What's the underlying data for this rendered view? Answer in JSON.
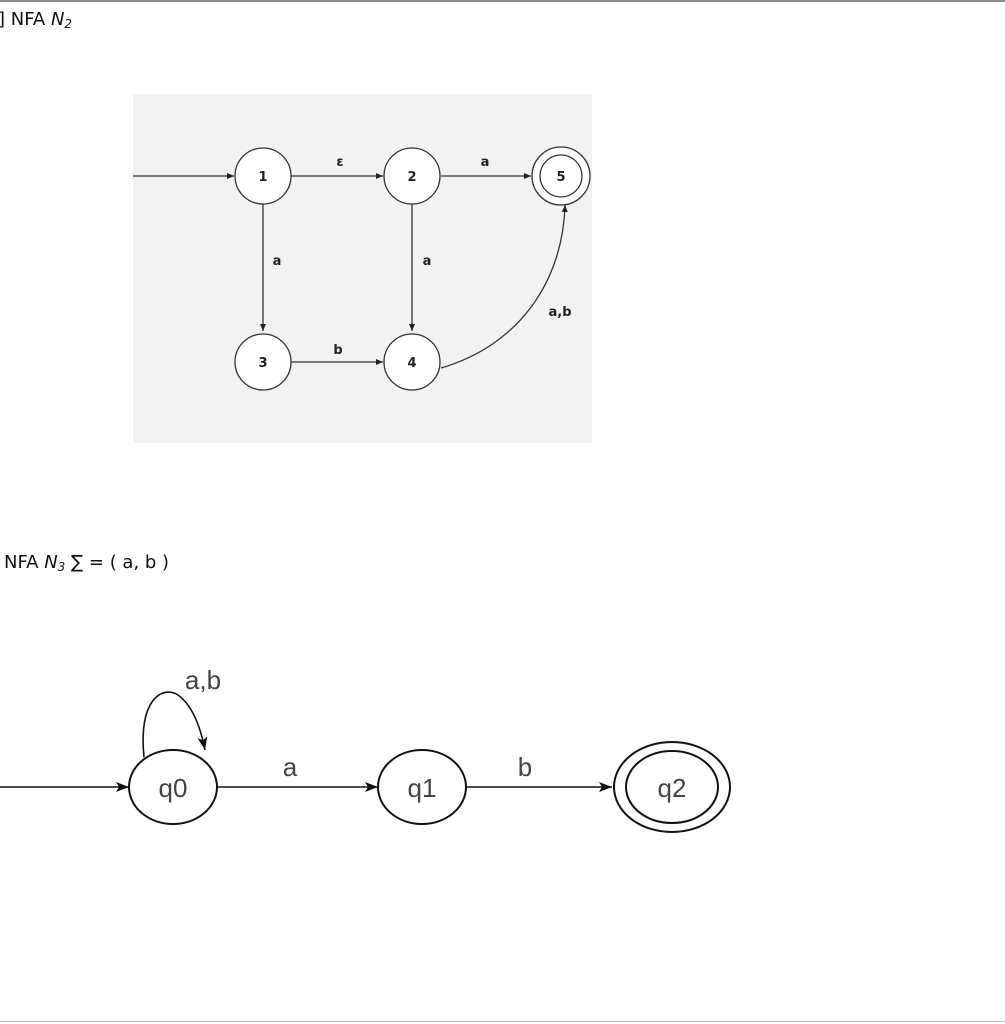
{
  "page": {
    "background": "#ffffff"
  },
  "heading_n2": {
    "prefix": "] NFA ",
    "letter": "N",
    "subscript": "2"
  },
  "heading_n3": {
    "prefix": "NFA ",
    "letter": "N",
    "subscript": "3",
    "suffix": " ∑ = ( a, b )"
  },
  "diagram_n2": {
    "panel_color": "#f2f2f2",
    "states": [
      "1",
      "2",
      "3",
      "4",
      "5"
    ],
    "edges": [
      {
        "from": "start",
        "to": "1",
        "label": ""
      },
      {
        "from": "1",
        "to": "2",
        "label": "ε"
      },
      {
        "from": "2",
        "to": "5",
        "label": "a"
      },
      {
        "from": "1",
        "to": "3",
        "label": "a"
      },
      {
        "from": "2",
        "to": "4",
        "label": "a"
      },
      {
        "from": "3",
        "to": "4",
        "label": "b"
      },
      {
        "from": "4",
        "to": "5",
        "label": "a,b"
      }
    ],
    "start_state": "1",
    "accept_states": [
      "5"
    ]
  },
  "diagram_n3": {
    "states": [
      "q0",
      "q1",
      "q2"
    ],
    "edges": [
      {
        "from": "start",
        "to": "q0",
        "label": ""
      },
      {
        "from": "q0",
        "to": "q0",
        "label": "a,b"
      },
      {
        "from": "q0",
        "to": "q1",
        "label": "a"
      },
      {
        "from": "q1",
        "to": "q2",
        "label": "b"
      }
    ],
    "start_state": "q0",
    "accept_states": [
      "q2"
    ]
  }
}
